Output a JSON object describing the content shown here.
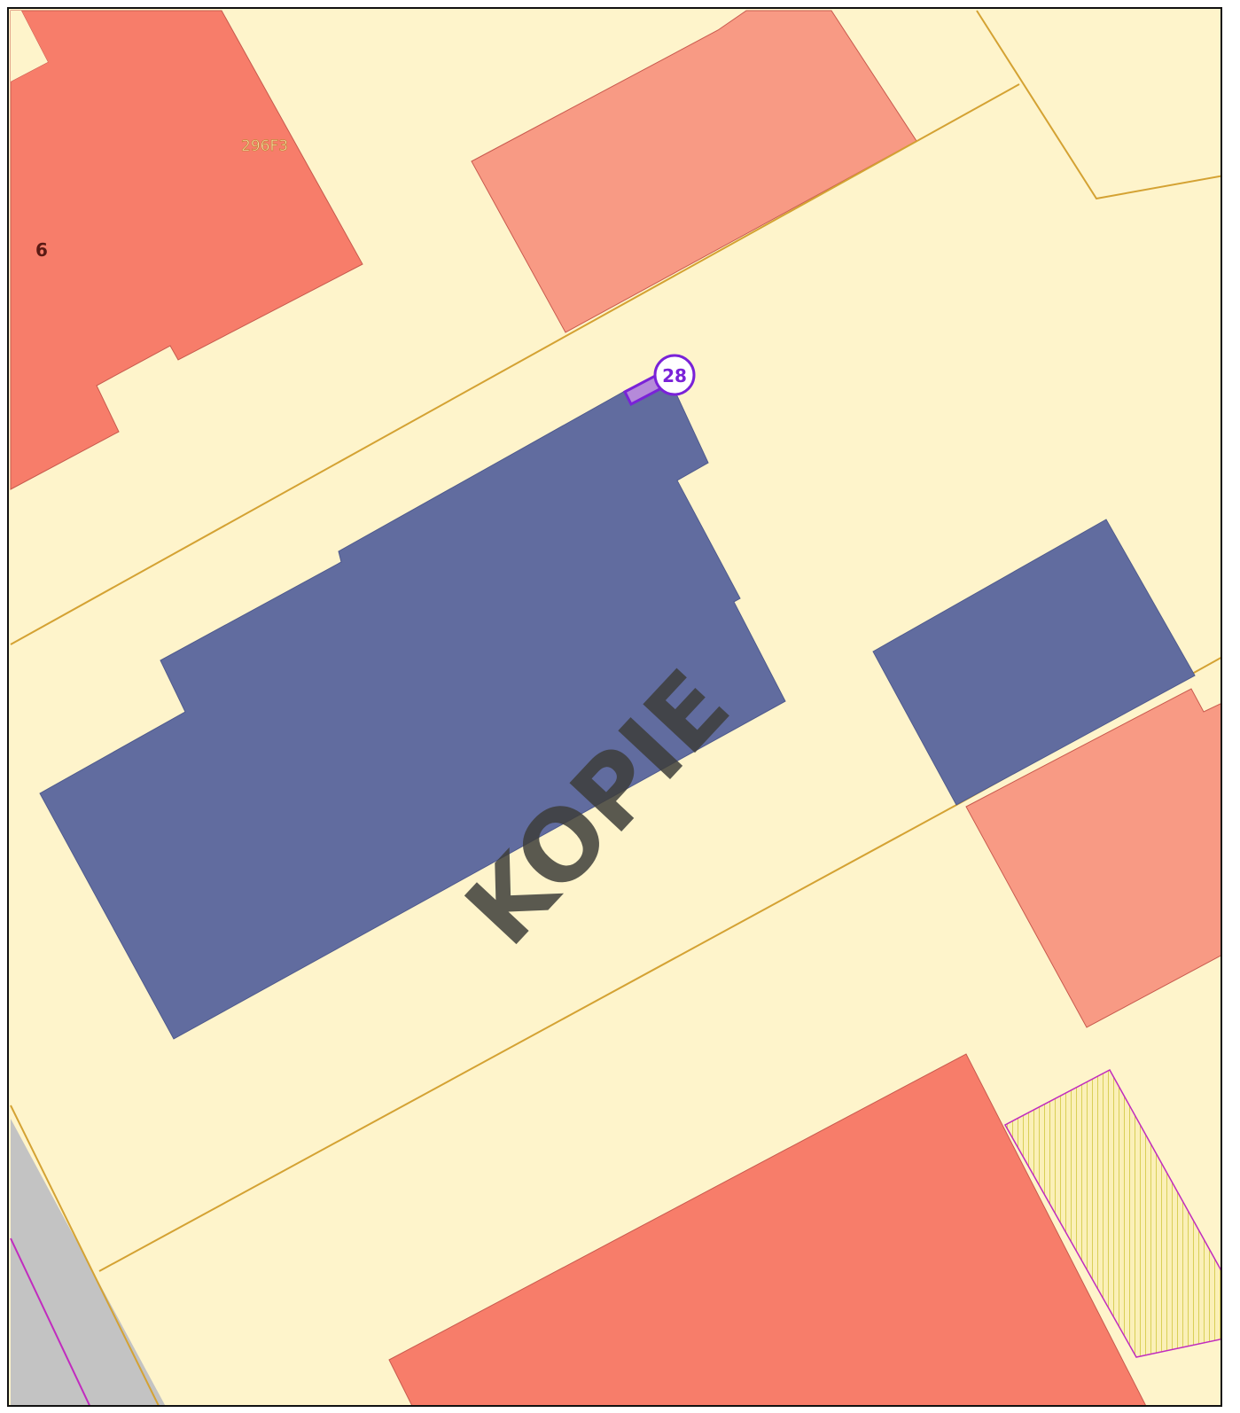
{
  "map": {
    "parcel_code_label": "296F3",
    "house_number_label": "6",
    "marker_number": "28",
    "watermark": "KOPIE",
    "colors": {
      "background": "#fef4cb",
      "parcel_line": "#d4a233",
      "building_existing": "#f77d6a",
      "building_light": "#f89a84",
      "building_subject": "#616c9f",
      "road": "#c3c3c3",
      "marker": "#7a22d8",
      "marker_fill": "#b58ad9",
      "hatch": "#d9cf57",
      "hatch_outline": "#c12bbf",
      "watermark": "#3d3d3a"
    }
  }
}
